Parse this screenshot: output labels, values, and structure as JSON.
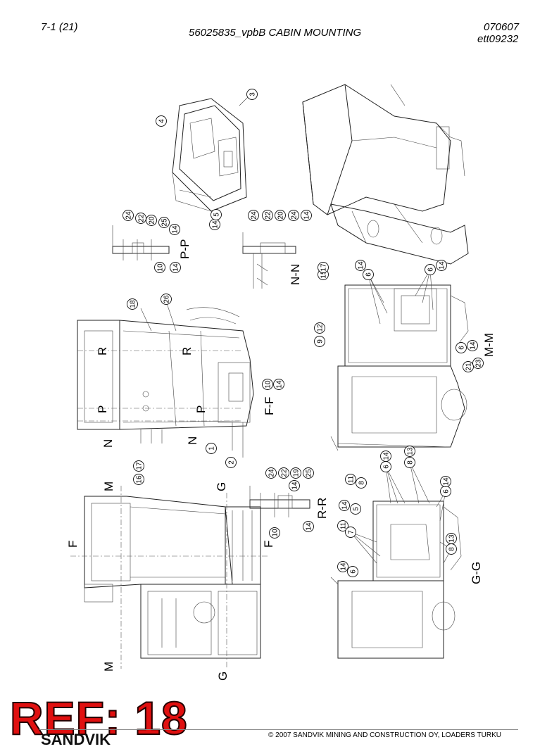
{
  "header": {
    "page_number": "7-1 (21)",
    "title": "56025835_vpbB CABIN MOUNTING",
    "date": "070607",
    "drawing_number": "ett09232"
  },
  "footer": {
    "copyright": "© 2007 SANDVIK MINING AND CONSTRUCTION OY, LOADERS TURKU",
    "reference_stamp": "REF: 18",
    "brand": "SANDVIK"
  },
  "section_labels": {
    "pp": "P-P",
    "nn": "N-N",
    "ff": "F-F",
    "mm": "M-M",
    "rr": "R-R",
    "gg": "G-G",
    "r": "R",
    "p": "P",
    "n": "N",
    "m": "M",
    "g": "G",
    "f": "F"
  },
  "callouts": {
    "c1": "1",
    "c2": "2",
    "c3": "3",
    "c4": "4",
    "c5": "5",
    "c6": "6",
    "c7": "7",
    "c8": "8",
    "c9": "9",
    "c10": "10",
    "c11": "11",
    "c12": "12",
    "c13": "13",
    "c14": "14",
    "c15": "15",
    "c16": "16",
    "c17": "17",
    "c18": "18",
    "c19": "19",
    "c20": "20",
    "c21": "21",
    "c22": "22",
    "c23": "23",
    "c24": "24",
    "c25": "25",
    "c26": "26"
  }
}
